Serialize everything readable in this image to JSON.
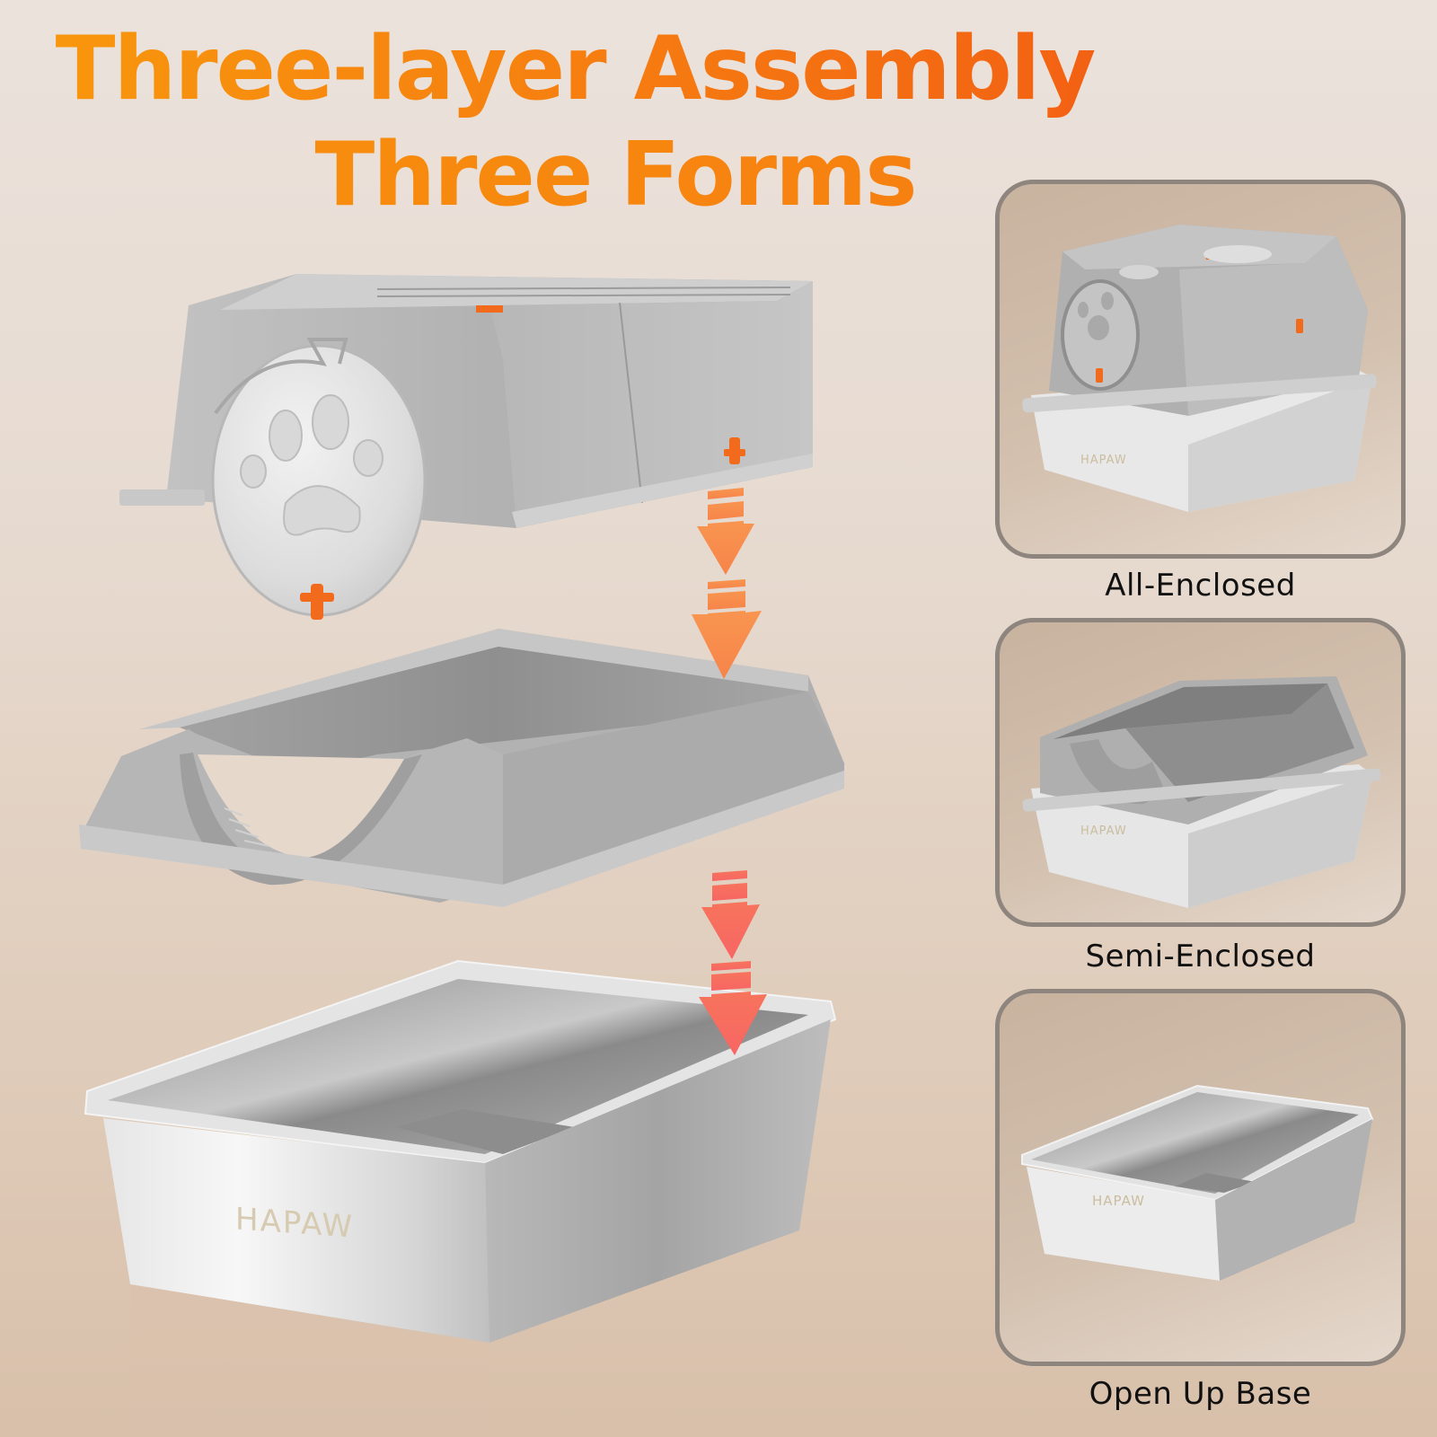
{
  "headline": {
    "line1": "Three-layer Assembly",
    "line2": "Three Forms",
    "gradient_colors": [
      "#f89a0c",
      "#f25c14"
    ]
  },
  "exploded_view": {
    "layers": [
      {
        "name": "top-cover",
        "color": "#b4b4b4",
        "features": [
          "paw-print-door",
          "orange-latch",
          "top-vent"
        ]
      },
      {
        "name": "middle-frame",
        "color": "#b0b0b0",
        "features": [
          "arched-entry",
          "mesh-vent-strip"
        ]
      },
      {
        "name": "stainless-steel-base",
        "color": "#d8d8d8",
        "brand": "HAPAW"
      }
    ],
    "arrows": [
      {
        "color": "#f7894a"
      },
      {
        "color": "#f7804e"
      },
      {
        "color": "#f7725e"
      },
      {
        "color": "#f76a64"
      }
    ]
  },
  "forms": [
    {
      "label": "All-Enclosed",
      "brand": "HAPAW"
    },
    {
      "label": "Semi-Enclosed",
      "brand": "HAPAW"
    },
    {
      "label": "Open Up Base",
      "brand": "HAPAW"
    }
  ],
  "colors": {
    "accent_orange": "#f67f10",
    "latch_orange": "#f26a1b",
    "card_border": "#8d857e",
    "card_fill": "#c8b39f",
    "brand_text": "#d8ccb0"
  }
}
